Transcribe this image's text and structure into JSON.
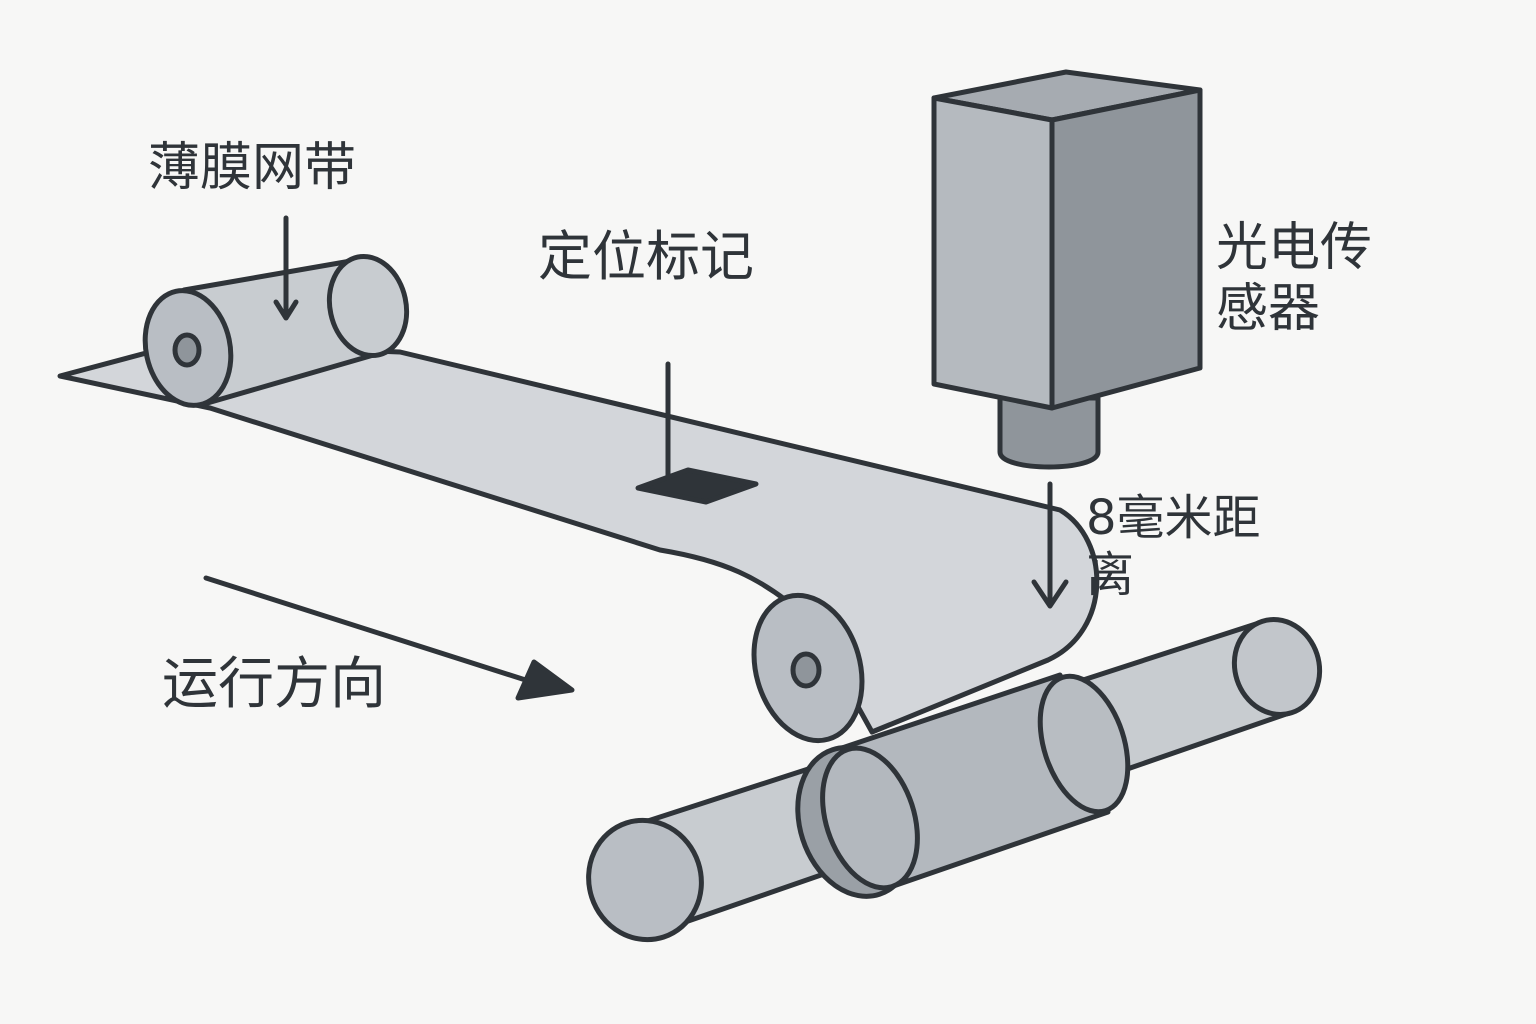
{
  "labels": {
    "film_web": "薄膜网带",
    "registration_mark": "定位标记",
    "sensor_line1": "光电传",
    "sensor_line2": "感器",
    "distance_line1": "8毫米距",
    "distance_line2": "离",
    "direction": "运行方向"
  },
  "colors": {
    "outline": "#2f3439",
    "film": "#d3d6da",
    "roller_body": "#c8ccd0",
    "roller_end": "#b9bec4",
    "sensor_front": "#b5babf",
    "sensor_side": "#8f959b",
    "sensor_top": "#a6abb1",
    "mark": "#2f3439",
    "background": "#f7f7f6"
  },
  "icons": [
    "film-roll-icon",
    "photoelectric-sensor-icon",
    "registration-mark-icon",
    "direction-arrow-icon"
  ]
}
